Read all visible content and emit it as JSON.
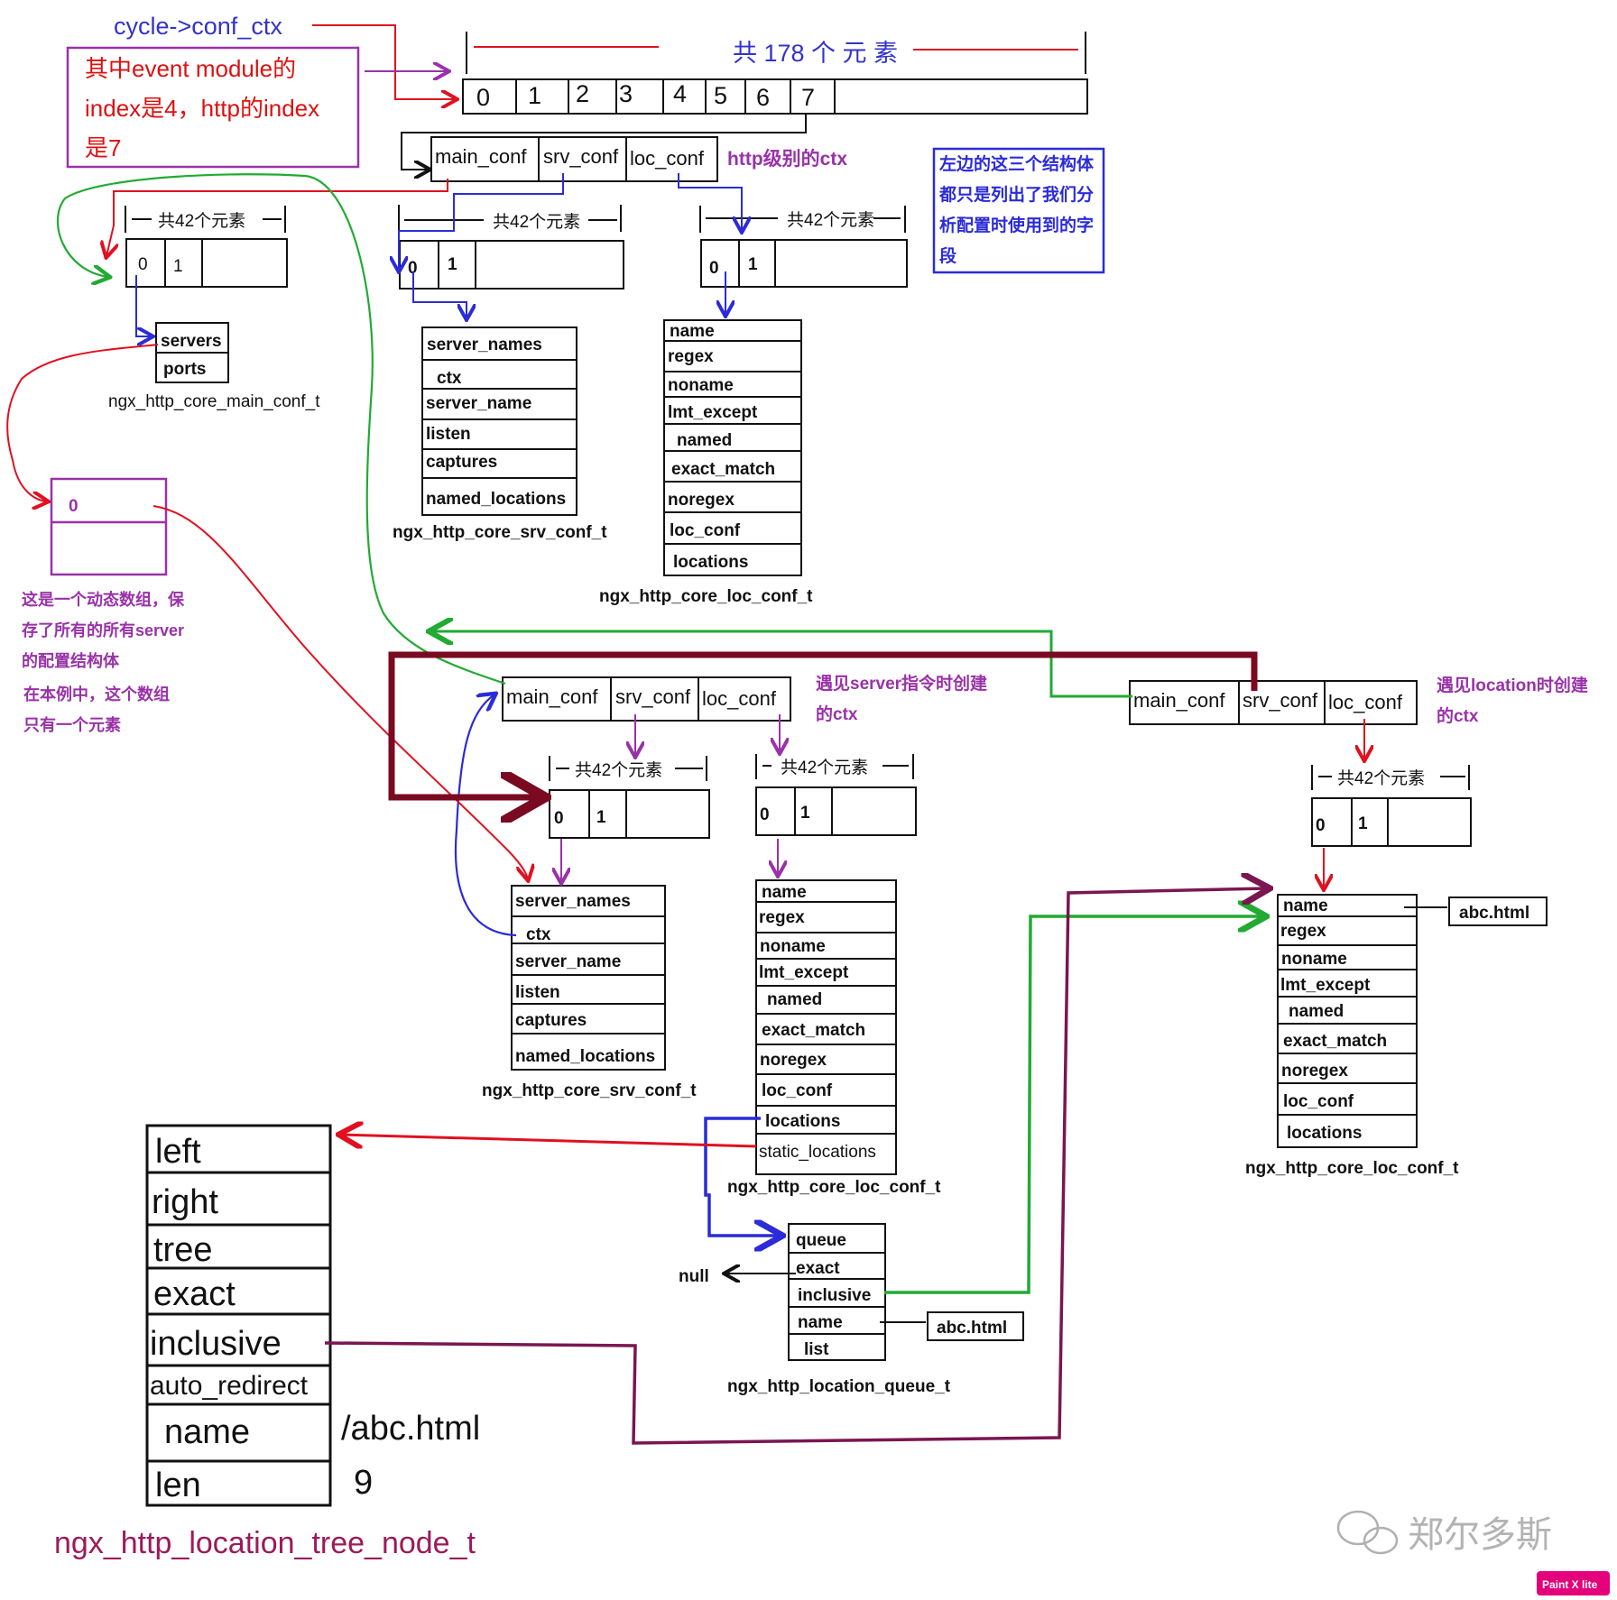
{
  "colors": {
    "blue": "#2b2bd9",
    "red": "#e01020",
    "purple": "#9932a8",
    "green": "#22aa33",
    "maroon": "#7a0a20",
    "wine": "#7a1650",
    "black": "#111111",
    "label_blue": "#3333cc",
    "label_purple": "#9932a8",
    "label_red": "#dd1111"
  },
  "top": {
    "cycle_label": "cycle->conf_ctx",
    "count_label": "共 178 个 元 素",
    "indices": [
      "0",
      "1",
      "2",
      "3",
      "4",
      "5",
      "6",
      "7"
    ],
    "red_note_lines": [
      "其中event module的",
      "index是4，http的index",
      "是7"
    ],
    "http_ctx_label": "http级别的ctx",
    "blue_note_lines": [
      "左边的这三个结构体",
      "都只是列出了我们分",
      "析配置时使用到的字",
      "段"
    ]
  },
  "ctx_fields": [
    "main_conf",
    "srv_conf",
    "loc_conf"
  ],
  "array42": {
    "label": "共42个元素",
    "cells": [
      "0",
      "1"
    ]
  },
  "main_conf_struct": {
    "fields": [
      "servers",
      "ports"
    ],
    "name": "ngx_http_core_main_conf_t"
  },
  "srv_conf_struct": {
    "fields": [
      "server_names",
      "ctx",
      "server_name",
      "listen",
      "captures",
      "named_locations"
    ],
    "name": "ngx_http_core_srv_conf_t"
  },
  "loc_conf_struct": {
    "fields": [
      "name",
      "regex",
      "noname",
      "lmt_except",
      "named",
      "exact_match",
      "noregex",
      "loc_conf",
      "locations"
    ],
    "name": "ngx_http_core_loc_conf_t"
  },
  "loc_conf_struct2_extra": "static_locations",
  "dyn_array": {
    "cell": "0",
    "note_lines": [
      "这是一个动态数组，保",
      "存了所有的所有server",
      "的配置结构体",
      "在本例中，这个数组",
      "只有一个元素"
    ]
  },
  "server_ctx_label_lines": [
    "遇见server指令时创建",
    "的ctx"
  ],
  "location_ctx_label_lines": [
    "遇见location时创建",
    "的ctx"
  ],
  "abc_html": "abc.html",
  "queue_struct": {
    "fields": [
      "queue",
      "exact",
      "inclusive",
      "name",
      "list"
    ],
    "name": "ngx_http_location_queue_t",
    "null_label": "null"
  },
  "tree_node": {
    "fields": [
      "left",
      "right",
      "tree",
      "exact",
      "inclusive",
      "auto_redirect",
      "name",
      "len"
    ],
    "name_value": "/abc.html",
    "len_value": "9",
    "title": "ngx_http_location_tree_node_t"
  },
  "watermark": "郑尔多斯",
  "paint_badge": "Paint X lite"
}
